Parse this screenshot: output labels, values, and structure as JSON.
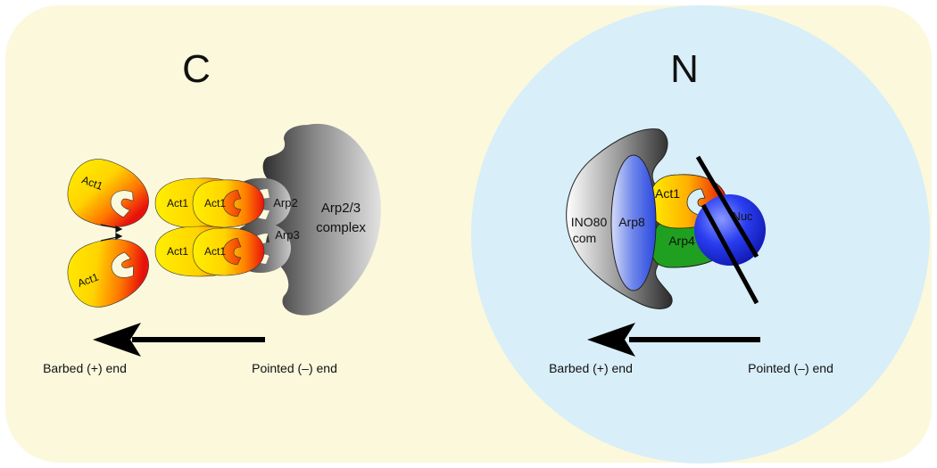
{
  "colors": {
    "panel_bg": "#fbf8dc",
    "nucleus_bg": "#d8eef8",
    "actin_yellow": "#ffef00",
    "actin_red": "#e8120c",
    "arp8_blue": "#2a48e0",
    "nuc_blue": "#1a2ee8",
    "arp4_green": "#20a020",
    "arrow": "#000000"
  },
  "panels": {
    "cyto": {
      "letter": "C",
      "barbed_label": "Barbed (+) end",
      "pointed_label": "Pointed (–) end"
    },
    "nuclear": {
      "letter": "N",
      "barbed_label": "Barbed (+) end",
      "pointed_label": "Pointed (–) end"
    }
  },
  "cyto_labels": {
    "act1_free_top": "Act1",
    "act1_free_bottom": "Act1",
    "act1_r1_outer": "Act1",
    "act1_r1_inner": "Act1",
    "act1_r2_outer": "Act1",
    "act1_r2_inner": "Act1",
    "arp2": "Arp2",
    "arp3": "Arp3",
    "arp23_line1": "Arp2/3",
    "arp23_line2": "complex"
  },
  "nuclear_labels": {
    "ino80_line1": "INO80",
    "ino80_line2": "com",
    "arp8": "Arp8",
    "act1": "Act1",
    "arp4": "Arp4",
    "nuc": "Nuc"
  }
}
